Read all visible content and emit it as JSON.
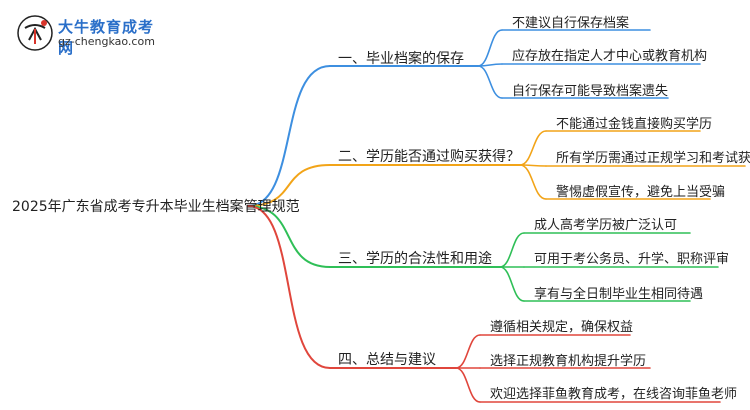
{
  "brand": {
    "name": "大牛教育成考网",
    "url": "gz-chengkao.com",
    "logo_icon": "daniu-logo-icon"
  },
  "root": "2025年广东省成考专升本毕业生档案管理规范",
  "colors": {
    "blue": "#3d8fe0",
    "orange": "#f2a418",
    "green": "#2fbf57",
    "red": "#e0463c"
  },
  "branches": [
    {
      "label": "一、毕业档案的保存",
      "color": "blue",
      "leaves": [
        "不建议自行保存档案",
        "应存放在指定人才中心或教育机构",
        "自行保存可能导致档案遗失"
      ]
    },
    {
      "label": "二、学历能否通过购买获得？",
      "color": "orange",
      "leaves": [
        "不能通过金钱直接购买学历",
        "所有学历需通过正规学习和考试获得",
        "警惕虚假宣传，避免上当受骗"
      ]
    },
    {
      "label": "三、学历的合法性和用途",
      "color": "green",
      "leaves": [
        "成人高考学历被广泛认可",
        "可用于考公务员、升学、职称评审",
        "享有与全日制毕业生相同待遇"
      ]
    },
    {
      "label": "四、总结与建议",
      "color": "red",
      "leaves": [
        "遵循相关规定，确保权益",
        "选择正规教育机构提升学历",
        "欢迎选择菲鱼教育成考，在线咨询菲鱼老师"
      ]
    }
  ]
}
